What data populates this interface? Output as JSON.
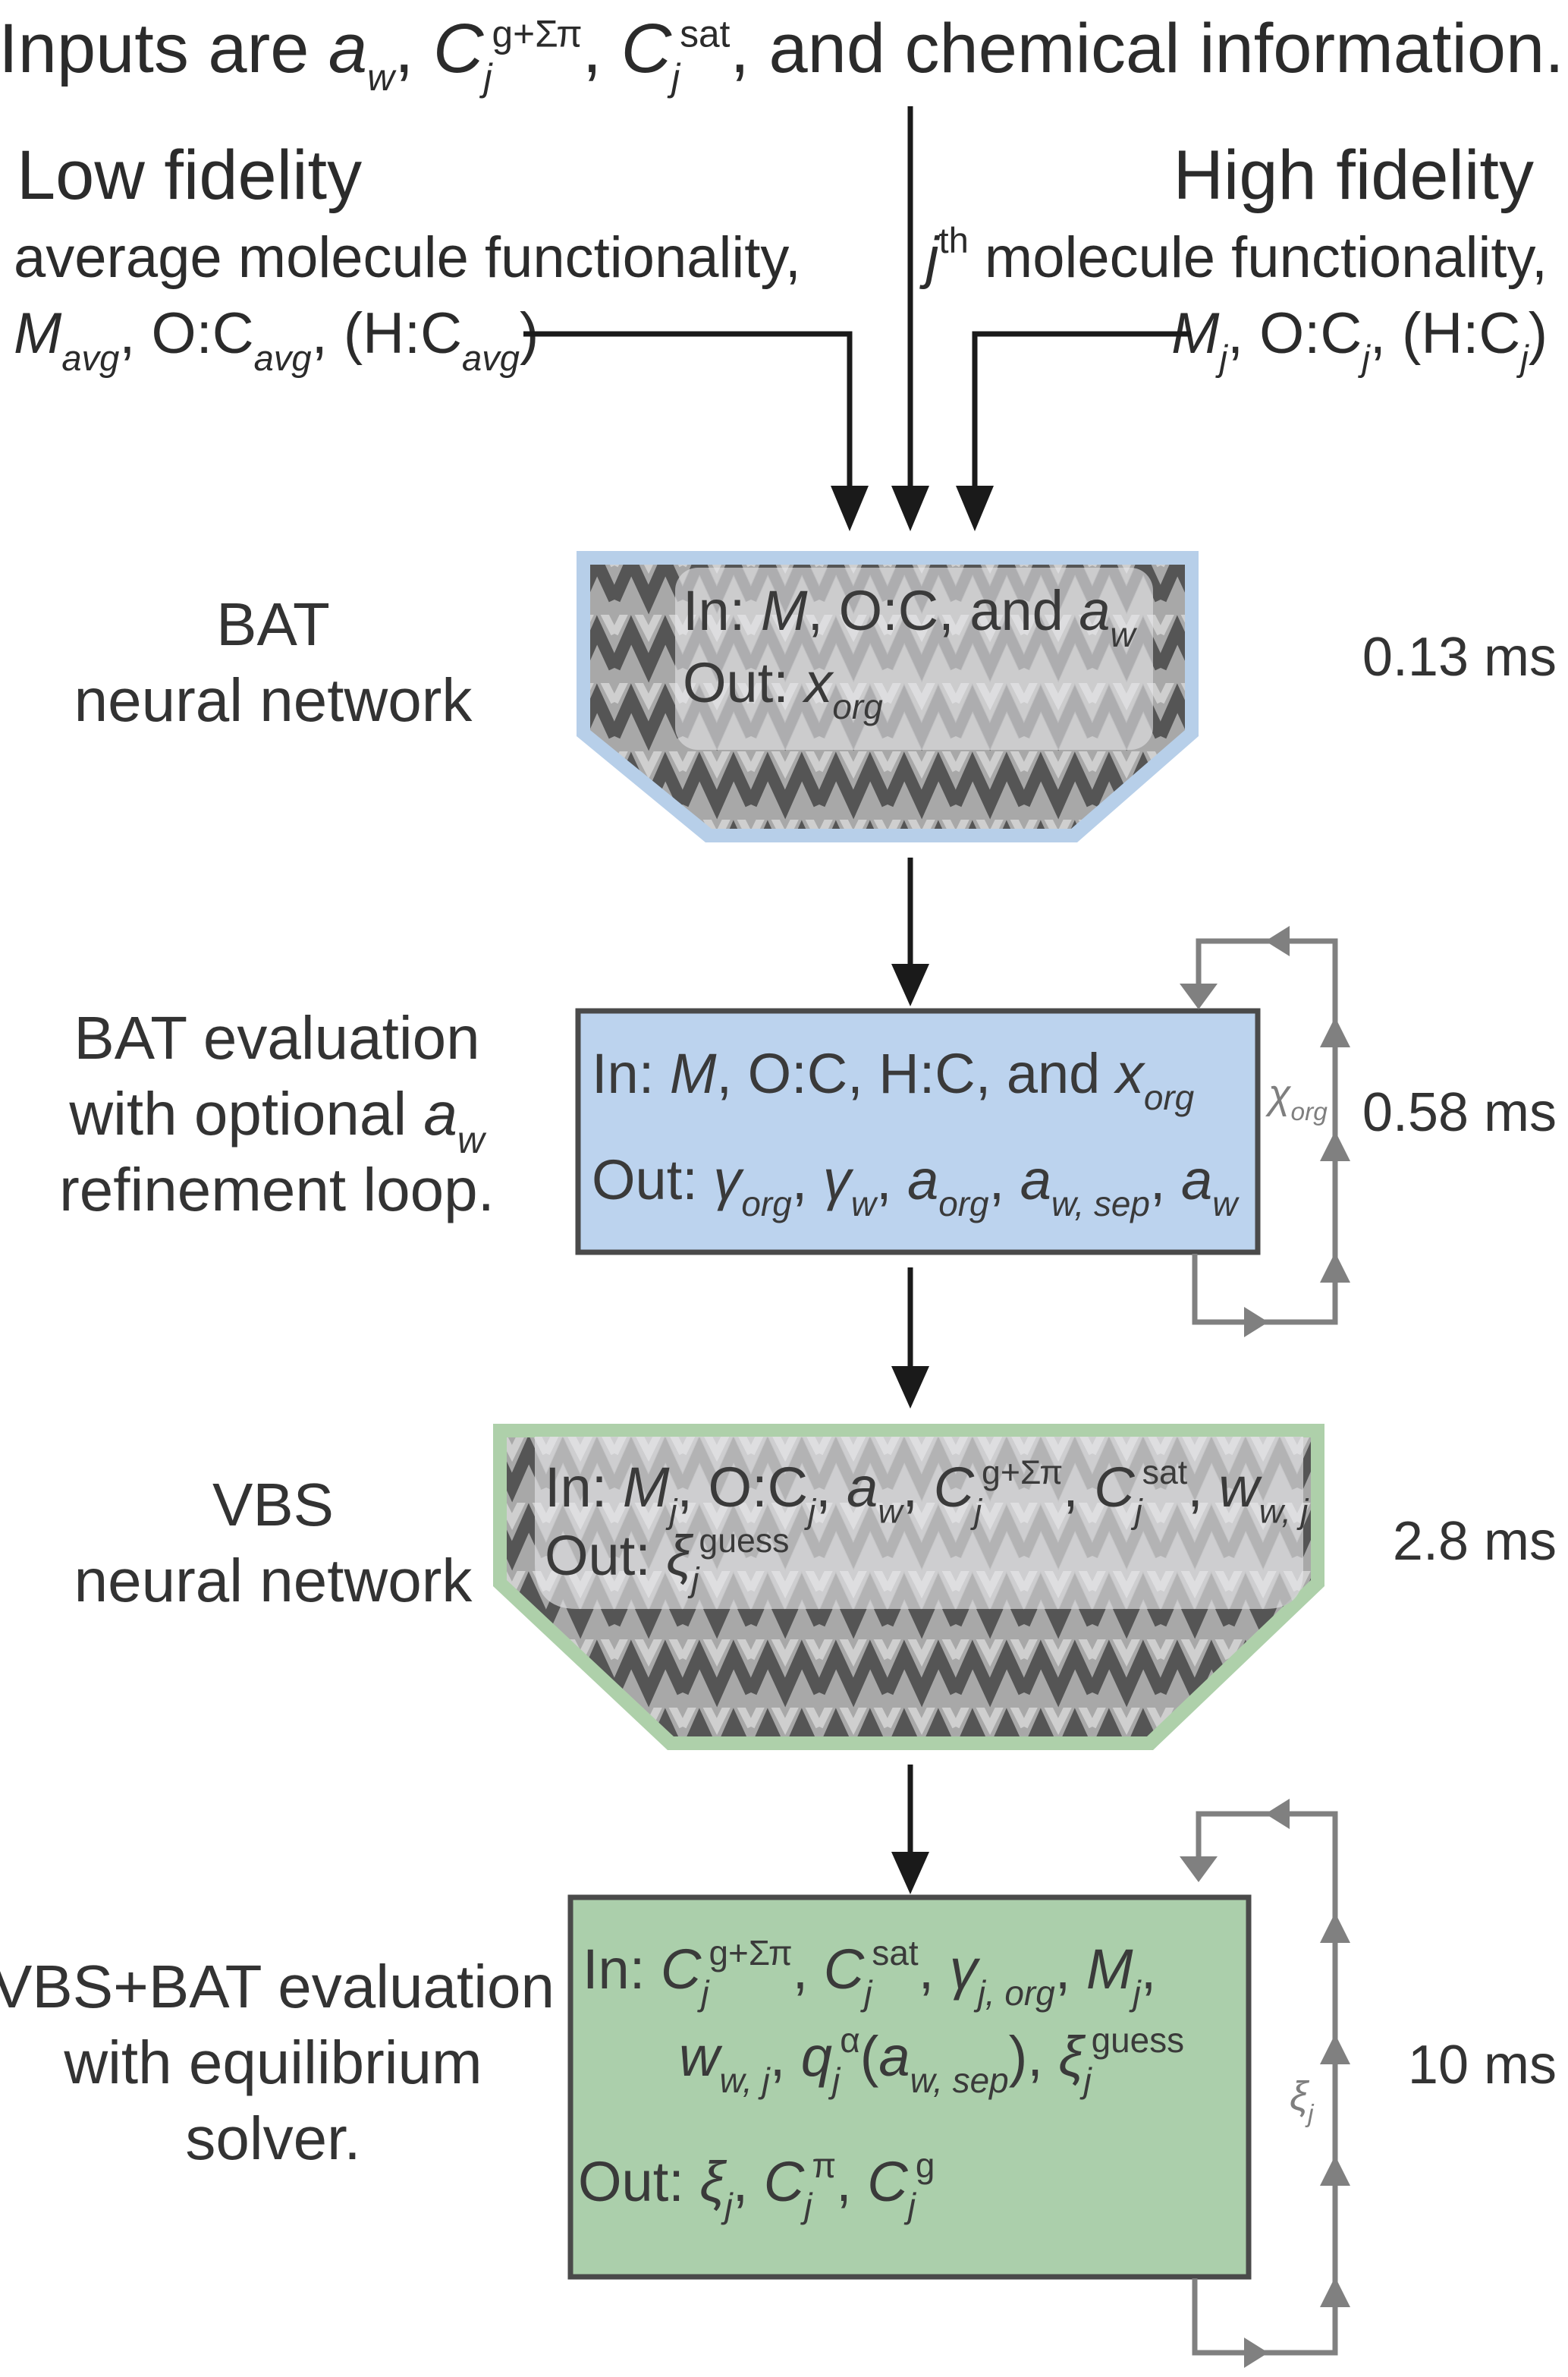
{
  "inputs_line": [
    [
      "Inputs are ",
      "n"
    ],
    [
      "a",
      "i"
    ],
    [
      "w",
      "b"
    ],
    [
      ", ",
      "n"
    ],
    [
      "C",
      "i"
    ],
    [
      "j",
      "b"
    ],
    [
      "g+Σπ",
      "p"
    ],
    [
      ", ",
      "n"
    ],
    [
      "C",
      "i"
    ],
    [
      "j",
      "b"
    ],
    [
      "sat",
      "p"
    ],
    [
      ", and chemical information.",
      "n"
    ]
  ],
  "low_fidelity": {
    "title": "Low fidelity",
    "line1": [
      [
        "average molecule functionality,",
        "n"
      ]
    ],
    "line2": [
      [
        "M",
        "i"
      ],
      [
        "avg",
        "b"
      ],
      [
        ", O:C",
        "n"
      ],
      [
        "avg",
        "b"
      ],
      [
        ", (H:C",
        "n"
      ],
      [
        "avg",
        "b"
      ],
      [
        ")",
        "n"
      ]
    ]
  },
  "high_fidelity": {
    "title": "High fidelity",
    "line1": [
      [
        "j",
        "i"
      ],
      [
        "th",
        "p"
      ],
      [
        " molecule functionality,",
        "n"
      ]
    ],
    "line2": [
      [
        "M",
        "i"
      ],
      [
        "j",
        "b"
      ],
      [
        ", O:C",
        "n"
      ],
      [
        "j",
        "b"
      ],
      [
        ", (H:C",
        "n"
      ],
      [
        "j",
        "b"
      ],
      [
        ")",
        "n"
      ]
    ]
  },
  "steps": [
    {
      "label": [
        "BAT",
        "neural network"
      ],
      "time": "0.13 ms",
      "in": [
        [
          "In: ",
          "n"
        ],
        [
          "M",
          "i"
        ],
        [
          ", O:C, and ",
          "n"
        ],
        [
          "a",
          "i"
        ],
        [
          "w",
          "b"
        ]
      ],
      "out": [
        [
          "Out: ",
          "n"
        ],
        [
          "x",
          "i"
        ],
        [
          "org",
          "b"
        ]
      ]
    },
    {
      "label": [
        [
          [
            "BAT evaluation",
            "n"
          ]
        ],
        [
          [
            "with optional ",
            "n"
          ],
          [
            "a",
            "i"
          ],
          [
            "w",
            "b"
          ]
        ],
        [
          [
            "refinement loop.",
            "n"
          ]
        ]
      ],
      "time": "0.58 ms",
      "in": [
        [
          "In: ",
          "n"
        ],
        [
          "M",
          "i"
        ],
        [
          ", O:C, H:C, and ",
          "n"
        ],
        [
          "x",
          "i"
        ],
        [
          "org",
          "b"
        ]
      ],
      "out": [
        [
          "Out: ",
          "n"
        ],
        [
          "γ",
          "i"
        ],
        [
          "org",
          "b"
        ],
        [
          ", ",
          "n"
        ],
        [
          "γ",
          "i"
        ],
        [
          "w",
          "b"
        ],
        [
          ", ",
          "n"
        ],
        [
          "a",
          "i"
        ],
        [
          "org",
          "b"
        ],
        [
          ", ",
          "n"
        ],
        [
          "a",
          "i"
        ],
        [
          "w, sep",
          "b"
        ],
        [
          ", ",
          "n"
        ],
        [
          "a",
          "i"
        ],
        [
          "w",
          "b"
        ]
      ],
      "loop_label": [
        [
          "χ",
          "i"
        ],
        [
          "org",
          "b"
        ]
      ]
    },
    {
      "label": [
        "VBS",
        "neural network"
      ],
      "time": "2.8 ms",
      "in": [
        [
          "In: ",
          "n"
        ],
        [
          "M",
          "i"
        ],
        [
          "j",
          "b"
        ],
        [
          ", O:C",
          "n"
        ],
        [
          "j",
          "b"
        ],
        [
          ", ",
          "n"
        ],
        [
          "a",
          "i"
        ],
        [
          "w",
          "b"
        ],
        [
          ", ",
          "n"
        ],
        [
          "C",
          "i"
        ],
        [
          "j",
          "b"
        ],
        [
          "g+Σπ",
          "p"
        ],
        [
          ", ",
          "n"
        ],
        [
          "C",
          "i"
        ],
        [
          "j",
          "b"
        ],
        [
          "sat",
          "p"
        ],
        [
          ", ",
          "n"
        ],
        [
          "w",
          "i"
        ],
        [
          "w, j",
          "b"
        ]
      ],
      "out": [
        [
          "Out: ",
          "n"
        ],
        [
          "ξ",
          "i"
        ],
        [
          "j",
          "b"
        ],
        [
          "guess",
          "p"
        ]
      ]
    },
    {
      "label": [
        "VBS+BAT evaluation",
        "with equilibrium",
        "solver."
      ],
      "time": "10 ms",
      "in1": [
        [
          "In: ",
          "n"
        ],
        [
          "C",
          "i"
        ],
        [
          "j",
          "b"
        ],
        [
          "g+Σπ",
          "p"
        ],
        [
          ", ",
          "n"
        ],
        [
          "C",
          "i"
        ],
        [
          "j",
          "b"
        ],
        [
          "sat",
          "p"
        ],
        [
          ", ",
          "n"
        ],
        [
          "γ",
          "i"
        ],
        [
          "j, org",
          "b"
        ],
        [
          ", ",
          "n"
        ],
        [
          "M",
          "i"
        ],
        [
          "j",
          "b"
        ],
        [
          ",",
          "n"
        ]
      ],
      "in2": [
        [
          "w",
          "i"
        ],
        [
          "w, j",
          "b"
        ],
        [
          ", ",
          "n"
        ],
        [
          "q",
          "i"
        ],
        [
          "j",
          "b"
        ],
        [
          "α",
          "p"
        ],
        [
          "(",
          "n"
        ],
        [
          "a",
          "i"
        ],
        [
          "w, sep",
          "b"
        ],
        [
          "), ",
          "n"
        ],
        [
          "ξ",
          "i"
        ],
        [
          "j",
          "b"
        ],
        [
          "guess",
          "p"
        ]
      ],
      "out": [
        [
          "Out: ",
          "n"
        ],
        [
          "ξ",
          "i"
        ],
        [
          "j",
          "b"
        ],
        [
          ", ",
          "n"
        ],
        [
          "C",
          "i"
        ],
        [
          "j",
          "b"
        ],
        [
          "π",
          "p"
        ],
        [
          ", ",
          "n"
        ],
        [
          "C",
          "i"
        ],
        [
          "j",
          "b"
        ],
        [
          "g",
          "p"
        ]
      ],
      "loop_label": [
        [
          "ξ",
          "i"
        ],
        [
          "j",
          "b"
        ]
      ]
    }
  ],
  "colors": {
    "bat_nn_border": "#b7cfe9",
    "bat_eval_fill": "#bcd3ee",
    "vbs_nn_border": "#aed0aa",
    "vbs_bat_fill": "#abcfab",
    "arrow": "#1a1a1a",
    "loop_arrow": "#808080",
    "box_stroke": "#4a4a4a"
  }
}
